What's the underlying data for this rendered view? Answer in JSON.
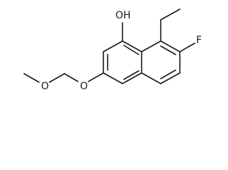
{
  "structure": {
    "atom_labels": {
      "hydroxyl": "OH",
      "fluorine": "F",
      "ether_oxygen": "O",
      "methoxy_oxygen": "O"
    },
    "colors": {
      "bond": "#1a1a1a",
      "label": "#1a1a1a",
      "background": "#ffffff"
    }
  }
}
